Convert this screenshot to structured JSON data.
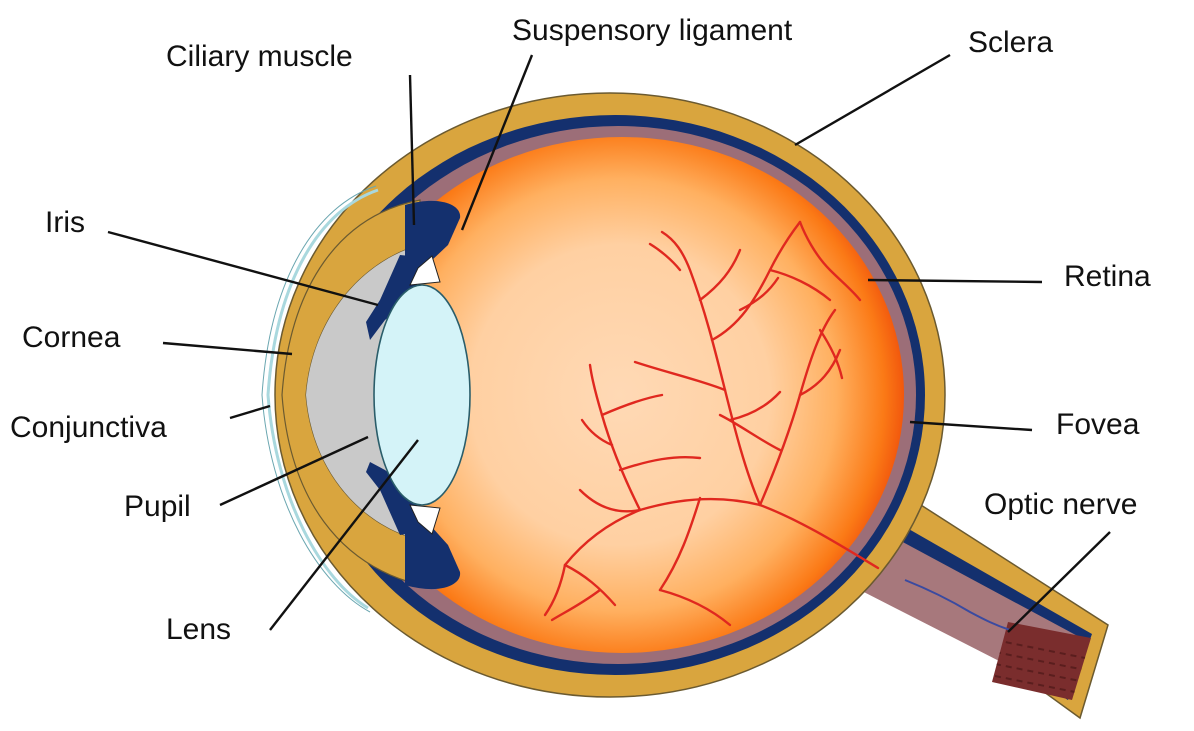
{
  "labels": {
    "suspensory_ligament": "Suspensory ligament",
    "ciliary_muscle": "Ciliary muscle",
    "sclera": "Sclera",
    "iris": "Iris",
    "retina": "Retina",
    "cornea": "Cornea",
    "conjunctiva": "Conjunctiva",
    "fovea": "Fovea",
    "pupil": "Pupil",
    "optic_nerve": "Optic nerve",
    "lens": "Lens"
  },
  "colors": {
    "sclera": "#d9a53e",
    "choroid": "#14306e",
    "retina": "#9c6e78",
    "vitreous_center": "#ffd7b2",
    "vitreous_edge": "#ea3d08",
    "lens": "#d4f3f8",
    "aqueous": "#c9c9c9",
    "conjunctiva": "#a9d8de",
    "vessels": "#e0281f",
    "nerve_fibers": "#7a2d2d"
  }
}
